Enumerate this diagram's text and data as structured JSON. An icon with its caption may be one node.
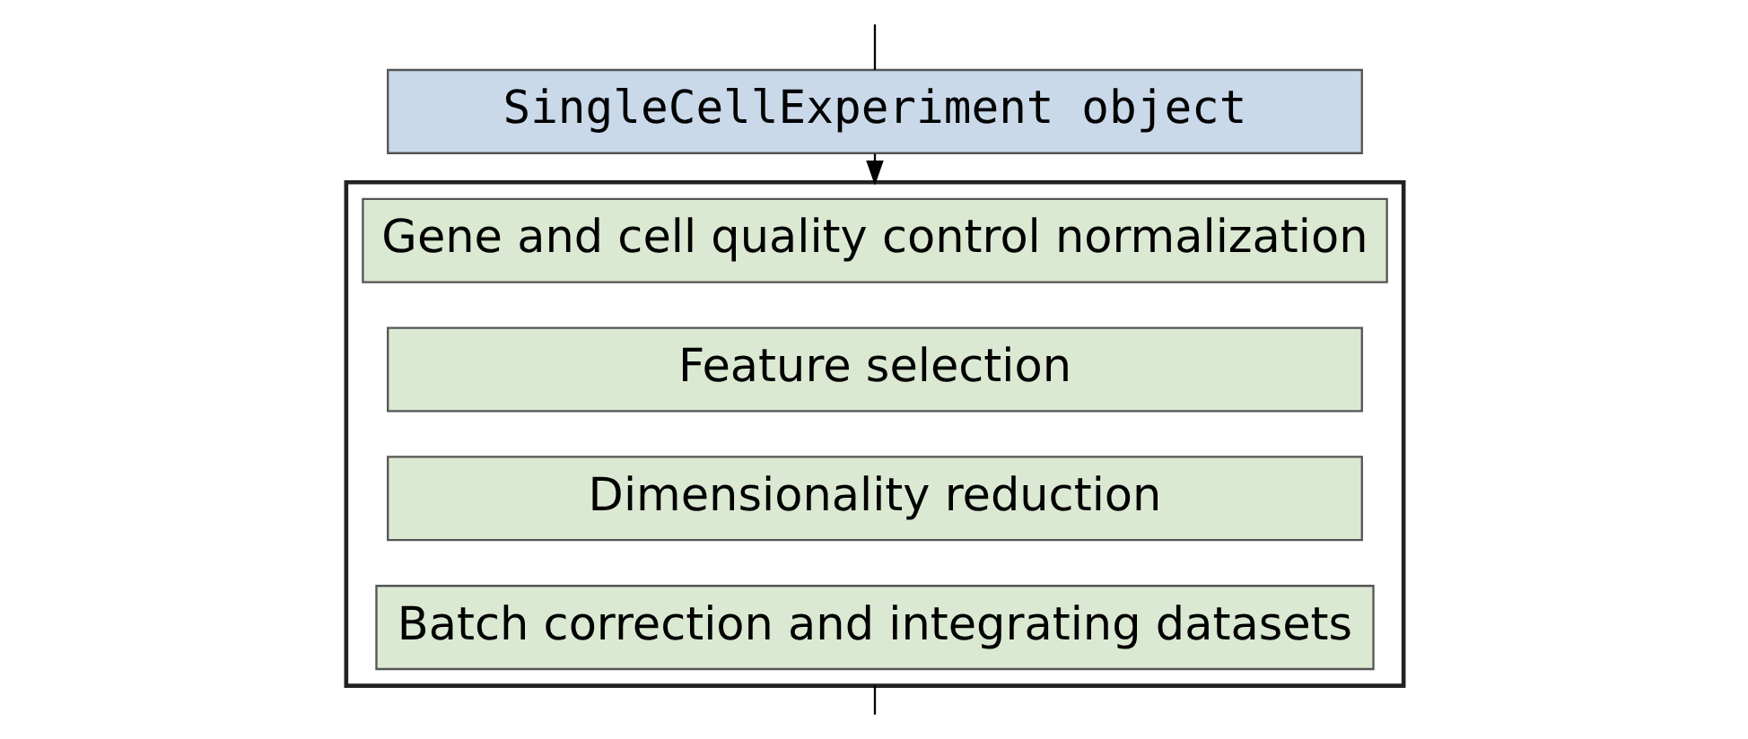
{
  "diagram": {
    "nodes": [
      {
        "text": [
          "SingleCellExperiment object"
        ]
      },
      {
        "text": [],
        "shape": "bracket"
      },
      {
        "text": [
          "Gene and cell quality control normalization"
        ],
        "in": 1
      },
      {
        "text": [
          "Feature selection"
        ],
        "in": 1
      },
      {
        "text": [
          "Dimensionality reduction"
        ],
        "in": 1
      },
      {
        "text": [
          "Batch correction and integrating datasets"
        ],
        "in": 1
      }
    ],
    "edges": [
      {
        "from": null,
        "to": 0,
        "arrow": "none"
      },
      {
        "from": 0,
        "to": 1,
        "arrow": "to"
      },
      {
        "from": 1,
        "to": null,
        "arrow": "none"
      }
    ]
  }
}
